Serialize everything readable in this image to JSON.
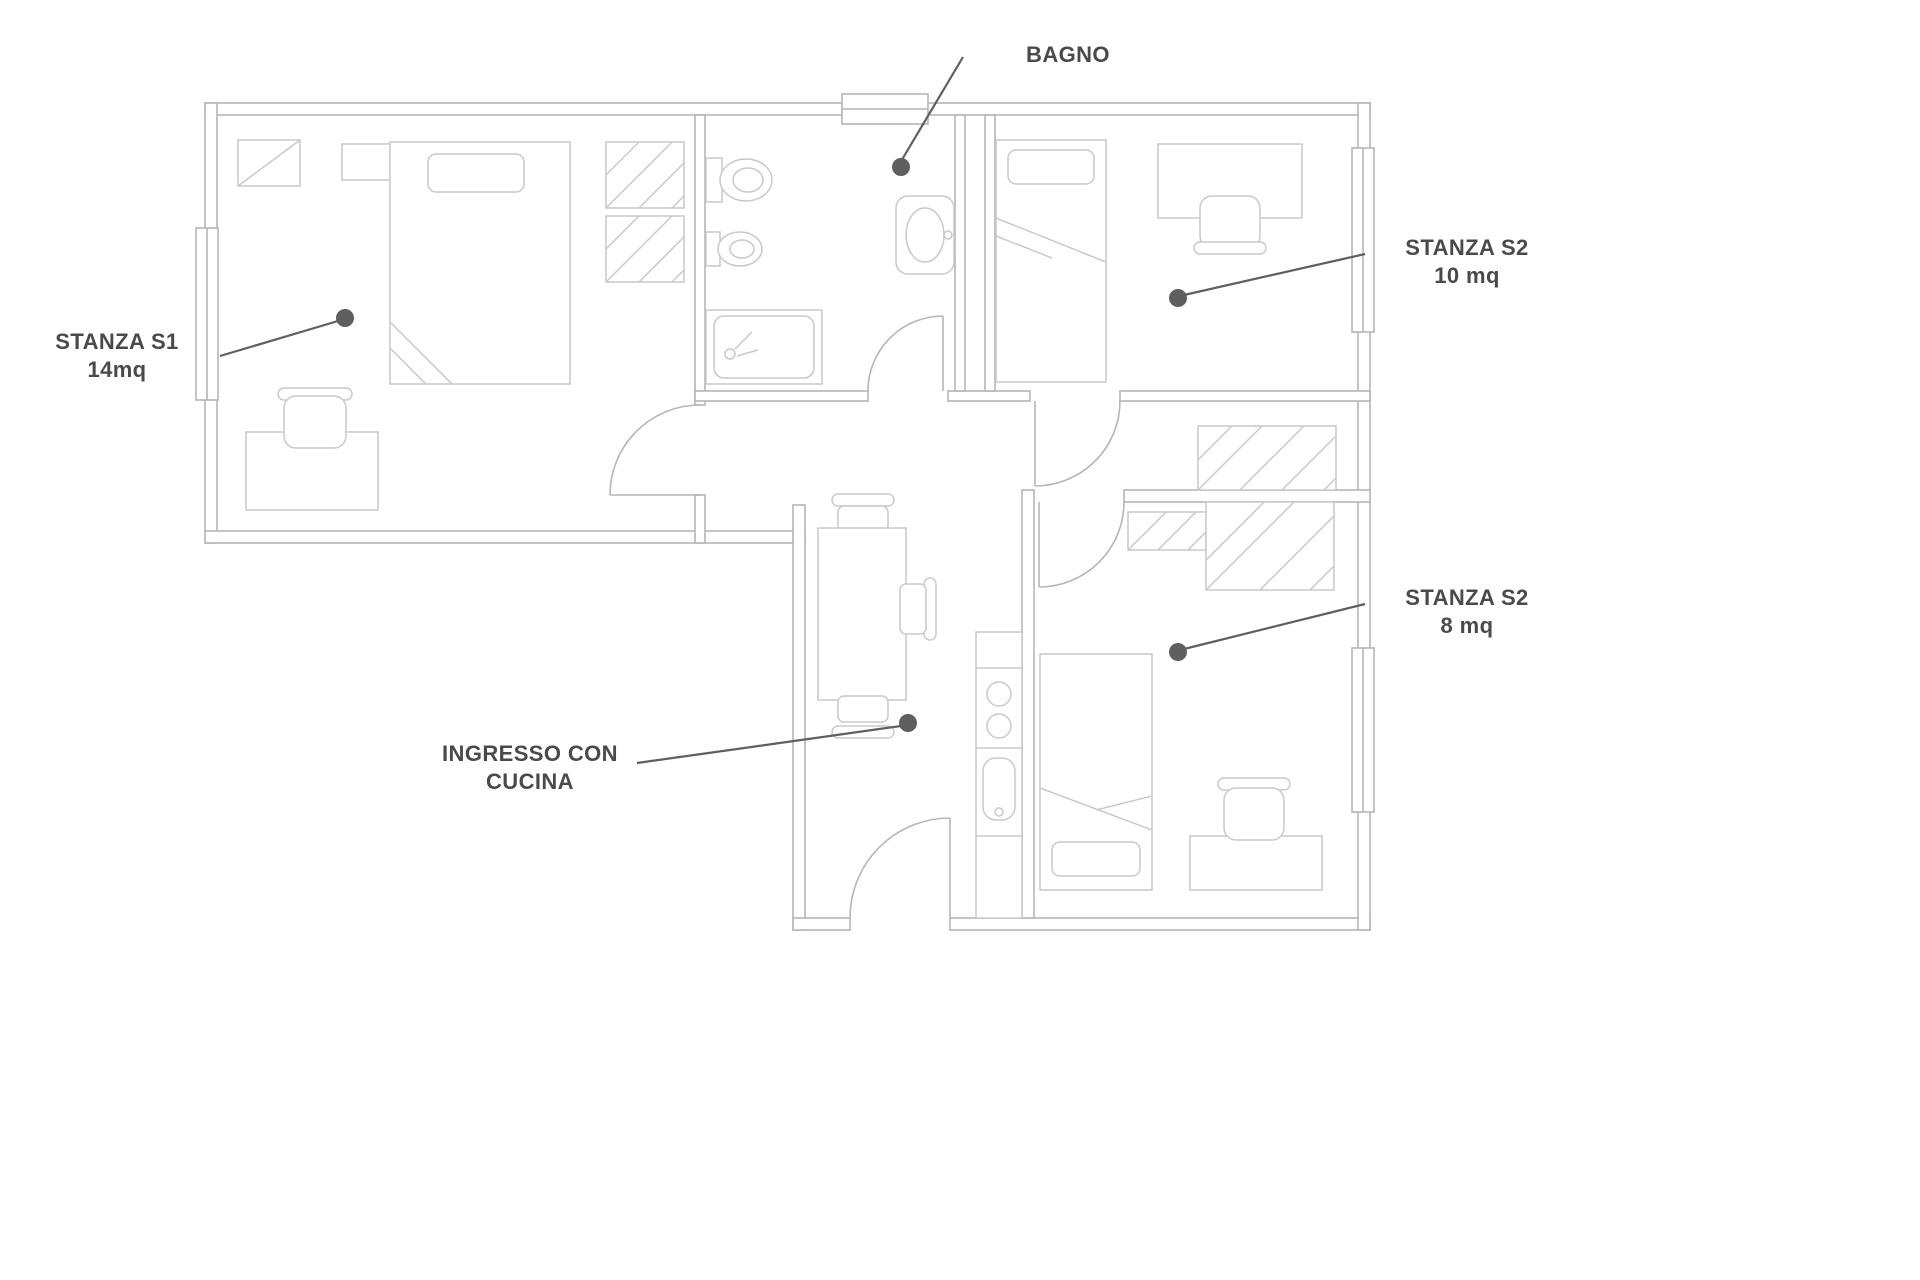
{
  "document": {
    "type": "apartment-floor-plan"
  },
  "colors": {
    "wall": "#b6b6b6",
    "furniture": "#c9c9c9",
    "label": "#4a4a4a",
    "marker": "#5f5f5f",
    "background": "#ffffff"
  },
  "labels": {
    "bagno": {
      "text": "BAGNO"
    },
    "stanza_s1": {
      "line1": "STANZA S1",
      "line2": "14mq"
    },
    "stanza_s2_10": {
      "line1": "STANZA S2",
      "line2": "10 mq"
    },
    "stanza_s2_8": {
      "line1": "STANZA S2",
      "line2": "8 mq"
    },
    "ingresso": {
      "line1": "INGRESSO CON",
      "line2": "CUCINA"
    }
  }
}
